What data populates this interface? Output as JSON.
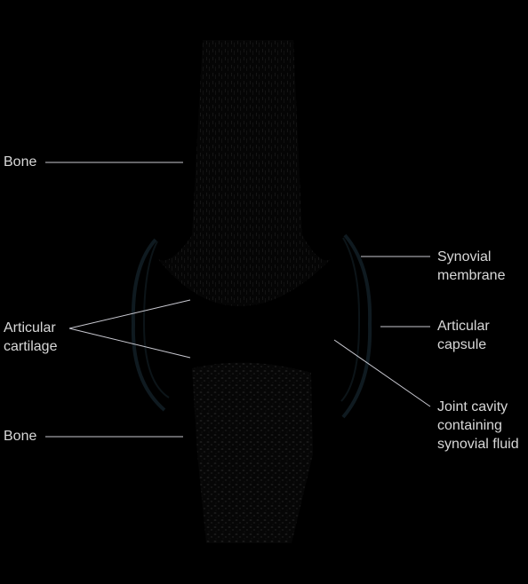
{
  "labels": {
    "bone_top": "Bone",
    "articular_cartilage": "Articular\ncartilage",
    "bone_bottom": "Bone",
    "synovial_membrane": "Synovial\nmembrane",
    "articular_capsule": "Articular\ncapsule",
    "joint_cavity": "Joint cavity\ncontaining\nsynovial fluid"
  },
  "colors": {
    "background": "#000000",
    "label_text": "#d8d8d8",
    "leader_line": "#c8c8d0",
    "bone_texture": "#1a1a1a",
    "capsule_stroke": "#0f1a20"
  }
}
